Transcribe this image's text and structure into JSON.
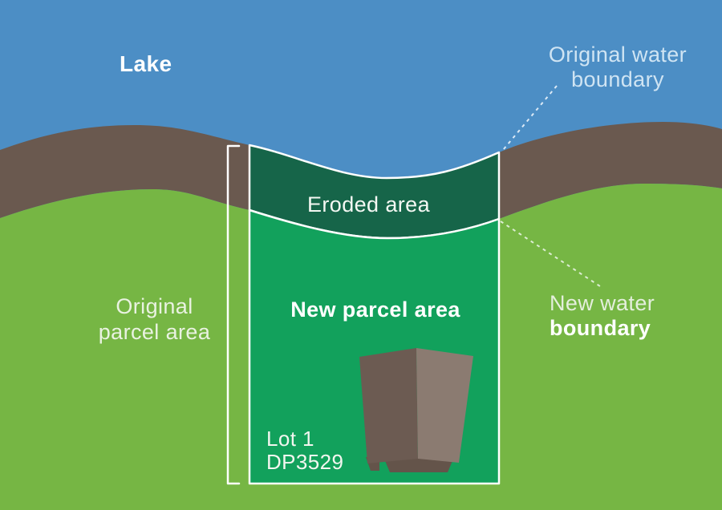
{
  "colors": {
    "lake": "#4c8ec5",
    "shore": "#6a594f",
    "land": "#76b644",
    "eroded_area": "#166549",
    "new_parcel": "#12a15c",
    "building_front": "#6c5b52",
    "building_side": "#8b7b71",
    "building_base": "#64544a",
    "outline": "#ffffff",
    "connector_original": "#dbe9f6",
    "connector_new": "#dcedd2"
  },
  "labels": {
    "lake": "Lake",
    "original_water_boundary_line1": "Original water",
    "original_water_boundary_line2": "boundary",
    "eroded_area": "Eroded area",
    "original_parcel_area_line1": "Original",
    "original_parcel_area_line2": "parcel area",
    "new_parcel_area": "New parcel area",
    "new_water_boundary_line1": "New water",
    "new_water_boundary_line2": "boundary",
    "lot_line1": "Lot 1",
    "lot_line2": "DP3529"
  }
}
